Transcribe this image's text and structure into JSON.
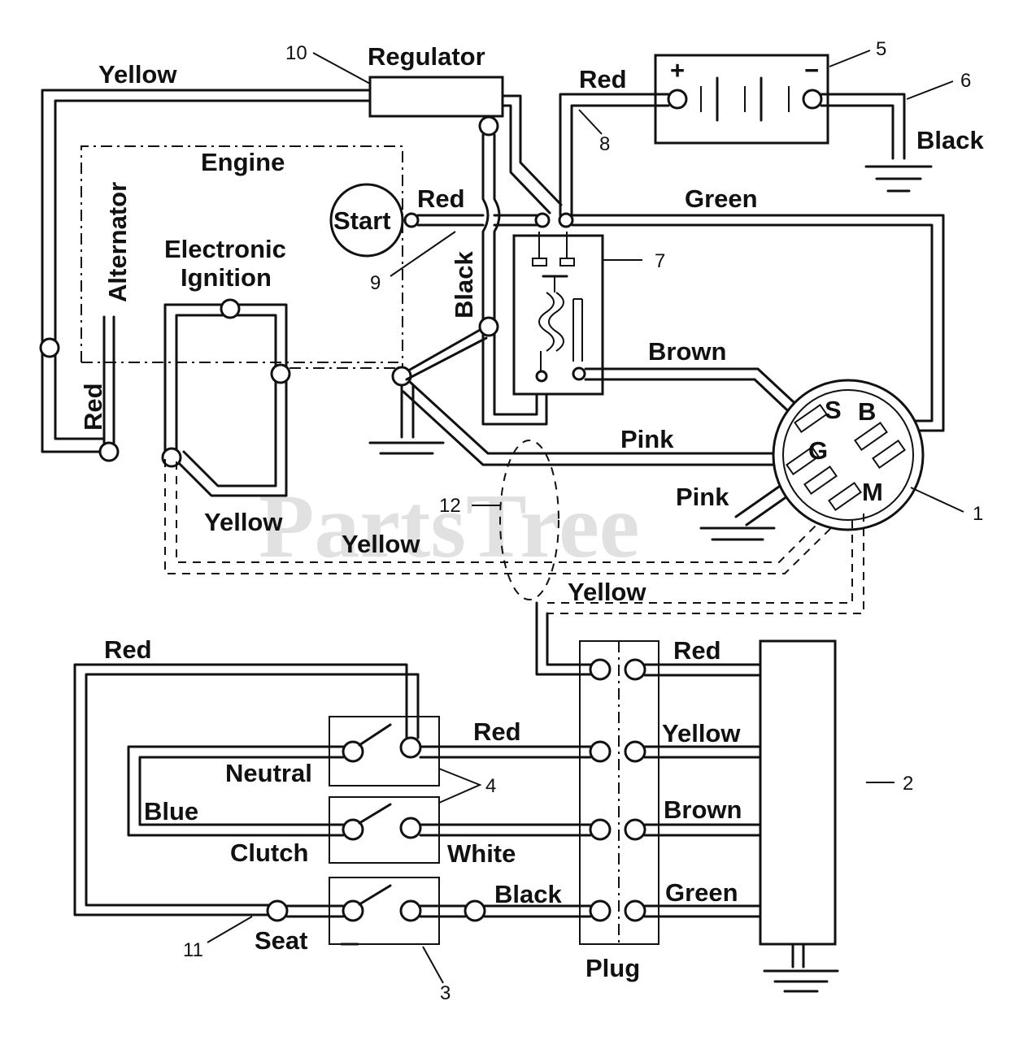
{
  "watermark": "PartsTree",
  "components": {
    "regulator": "Regulator",
    "engine": "Engine",
    "alternator": "Alternator",
    "electronic_ignition_line1": "Electronic",
    "electronic_ignition_line2": "Ignition",
    "start": "Start",
    "plug": "Plug",
    "neutral": "Neutral",
    "clutch": "Clutch",
    "seat": "Seat",
    "battery_plus": "+",
    "battery_minus": "−",
    "terminal_s": "S",
    "terminal_b": "B",
    "terminal_g": "G",
    "terminal_m": "M"
  },
  "wires": {
    "yellow_top": "Yellow",
    "red_battery": "Red",
    "black_battery": "Black",
    "red_start": "Red",
    "green": "Green",
    "black_vertical": "Black",
    "red_alternator": "Red",
    "brown_top": "Brown",
    "pink_upper": "Pink",
    "pink_lower": "Pink",
    "yellow_ignition": "Yellow",
    "yellow_lower": "Yellow",
    "yellow_plug": "Yellow",
    "red_left": "Red",
    "red_plug_right": "Red",
    "red_neutral": "Red",
    "yellow_right": "Yellow",
    "blue": "Blue",
    "brown_right": "Brown",
    "white": "White",
    "black_seat": "Black",
    "green_right": "Green"
  },
  "callouts": {
    "c1": "1",
    "c2": "2",
    "c3": "3",
    "c4": "4",
    "c5": "5",
    "c6": "6",
    "c7": "7",
    "c8": "8",
    "c9": "9",
    "c10": "10",
    "c11": "11",
    "c12": "12"
  }
}
